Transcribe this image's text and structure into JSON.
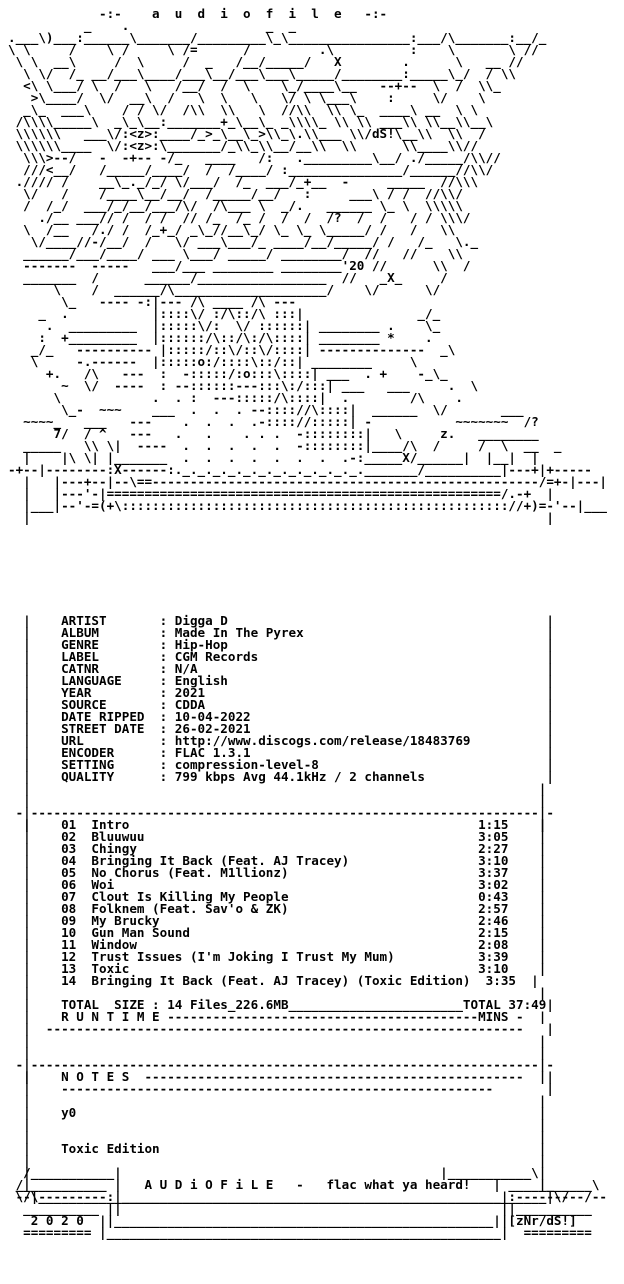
{
  "art_lines": [
    "            -:-    a  u  d  i  o  f  i  l  e   -:-",
    "          _    .                  _  _",
    ".___\\)___:______\\_______/_________\\_\\________________:___/\\_______:__/_",
    "\\ \\     /    \\ /     \\ /=      /         .\\          :    \\       \\ //",
    " \\ \\  __\\     /  \\     /  _   /__/_____/   X        .      \\   __ //",
    "  \\ \\/  /_ __/___\\____/___\\__/___\\___\\_____/________:_____\\_/  / \\\\",
    "  <\\ \\___/ \\  /   \\   /__/  /  \\    \\_/____\\__   --+--  \\  /  \\\\_",
    "   >\\____/  \\/  __\\  /   \\  \\   \\   \\/ \\ \\___\\    :     \\/    \\",
    "  _\\_  ___\\    / / \\/  /\\\\  \\\\   \\  //\\\\  \\\\ \\_  ____\\ __  \\ \\",
    " /\\\\\\\\_____\\  _\\_\\__:_______+_\\__\\_ _\\\\\\\\_ \\\\ \\\\ ___\\\\ \\\\__\\\\__\\",
    " \\\\\\\\\\\\   ___\\/:<z>:____/_>_\\__\\_>\\\\_\\.\\\\___ \\\\/dS!\\__\\\\  \\\\  /",
    " \\\\\\\\\\\\____  \\/:<z>:\\_______/_\\\\_\\\\__/__\\\\  \\\\      \\\\____\\\\//",
    "  \\\\\\>--/   -  -+-- -/_   ____   /:   ._________\\__/ ./_____/\\\\//",
    "  ///<__/   /_____/____/  /  /____/ :_______________/______//\\\\/",
    " .//// /    __\\_._/_/ \\/___/  /_  ___/_+__  -     _____  //\\\\\\",
    "  \\/   /    /____\\__/__/  /_____/__/   :     ___\\ / /  //\\\\/",
    "  /  /_/  ___/_/__/___/\\/  /\\___ \\  _/.   ______ \\_ \\  \\\\\\\\\\",
    "    ./__ ___// /  / /  // /_  /_ /  /  /  /?  /  /   / / \\\\\\/",
    "  \\  /__   /./ /  /_+_/ _\\_//__\\_/ \\_ \\_ \\_____/ /   /   \\\\",
    "   \\/____//-/__/  /   \\/ ___\\___/_ ____/__/_____/ /   /_   \\._",
    "  ______/___/____/ ___ \\___/ _____/ ________/  //   //    \\\\",
    "  -------  -----   ___/___ ________ ________'20 //      \\\\  /",
    "  _______  /      ______/_________________  //   _X_     /",
    "      \\    /  ______/\\____________________/    \\/      \\/",
    "       \\_   ---- -:|--- /\\ ____ /\\ ---",
    "    _  .           |::::\\/ :/\\::/\\ :::|               _/_",
    "     .  _________  |:::::\\/:  \\/ ::::::| ________ .    \\_",
    "    :  +_________  |::::::/\\::/\\:/\\::::| ________ *    .",
    "   _/_   ---------- |:::::/::\\/::\\/::::| --------------  _\\",
    "   \\     -.------  |:::::o:/::::\\::/::| ________     \\",
    "     +.   /\\   ---  :  -:::::/:o:::\\::::| ___  . +    -_\\_",
    "       ~  \\/  ----  : --::::::---:::\\:/:::| ___   ___     .  \\",
    "      \\            .  . :  ---:::::/\\::::|  .        /\\    .",
    "       \\_-  ~~~    ___  .  .  . --:::://\\::::|  ______  \\/       ___",
    "  ~~~~_   ___   ---    .  .  .  .-:::://:::::| -           ~~~~~~~  /?",
    "      7/  / ^   ---   .   .    . . .  -::::::::|   \\     z.   ________",
    "  _____   \\\\ \\|  ----  .  .  .  .  .  -::::::::|____/\\  /     /  \\  __  _",
    "  |    |\\ \\| |_______  .  .  .  .  .  .  .  .-:_____X/______|  |__|  |",
    "-+--|--------:X------:._._._._._._._._._._._._._______/__________|---+|+-----",
    "  |   |---+--|--\\==---------------------------------------------------/=+-|---|",
    "  |   |---'-|====================================================/.-+  |",
    "  |___|--'-=(+\\::::::::::::::::::::::::::::::::::::::::::::::::::://+)=-'--|___",
    "  |                                                                    |"
  ],
  "info_lines": [
    "  |    ARTIST       : Digga D                                          |",
    "  |    ALBUM        : Made In The Pyrex                                |",
    "  |    GENRE        : Hip-Hop                                          |",
    "  |    LABEL        : CGM Records                                      |",
    "  |    CATNR        : N/A                                              |",
    "  |    LANGUAGE     : English                                          |",
    "  |    YEAR         : 2021                                             |",
    "  |    SOURCE       : CDDA                                             |",
    "  |    DATE RIPPED  : 10-04-2022                                       |",
    "  |    STREET DATE  : 26-02-2021                                       |",
    "  |    URL          : http://www.discogs.com/release/18483769          |",
    "  |    ENCODER      : FLAC 1.3.1                                       |",
    "  |    SETTING      : compression-level-8                              |",
    "  |    QUALITY      : 799 kbps Avg 44.1kHz / 2 channels                |",
    "  |                                                                   |",
    "  |                                                                   |",
    " -|-------------------------------------------------------------------|-",
    "  |                                                                   |"
  ],
  "track_lines": [
    "  |    01  Intro                                              1:15    |",
    "  |    02  Bluuwuu                                            3:05    |",
    "  |    03  Chingy                                             2:27    |",
    "  |    04  Bringing It Back (Feat. AJ Tracey)                 3:10    |",
    "  |    05  No Chorus (Feat. M1llionz)                         3:37    |",
    "  |    06  Woi                                                3:02    |",
    "  |    07  Clout Is Killing My People                         0:43    |",
    "  |    08  Folknem (Feat. Sav'o & ZK)                         2:57    |",
    "  |    09  My Brucky                                          2:46    |",
    "  |    10  Gun Man Sound                                      2:15    |",
    "  |    11  Window                                             2:08    |",
    "  |    12  Trust Issues (I'm Joking I Trust My Mum)           3:39    |",
    "  |    13  Toxic                                              3:10    |",
    "  |    14  Bringing It Back (Feat. AJ Tracey) (Toxic Edition)  3:35  |",
    "  |                                                                   |",
    "  |    TOTAL  SIZE : 14 Files_226.6MB_______________________TOTAL 37:49|",
    "  |    R U N T I M E -----------------------------------------MINS -  |",
    "  |  ---------------------------------------------------------------   |",
    "  |                                                                   |",
    "  |                                                                   |",
    " -|-------------------------------------------------------------------|-",
    "  |                                                                   |"
  ],
  "notes_lines": [
    "  |    N O T E S  --------------------------------------------------   |",
    "  |    ---------------------------------------------------------       |",
    "  |                                                                   |",
    "  |    y0                                                             |",
    "  |                                                                   |",
    "  |                                                                   |",
    "  |    Toxic Edition                                                  |",
    "  |                                                                   |",
    "  |                                                                   |",
    " _|                                                                   |_",
    " \\/|___________________________________________________________________|\\/"
  ],
  "footer_lines": [
    "  /___________|                                          |___________\\",
    " /___________ |   A U D i O F i L E   -   flac what ya heard!   | ___________\\",
    " --\\---------:|__________________________________________________|:---------/--",
    "  __________ ||                                                  ||__________",
    "   2 0 2 0  ||__________________________________________________||[zNr/dS!]",
    "  ========= |____________________________________________________|  ========="
  ]
}
